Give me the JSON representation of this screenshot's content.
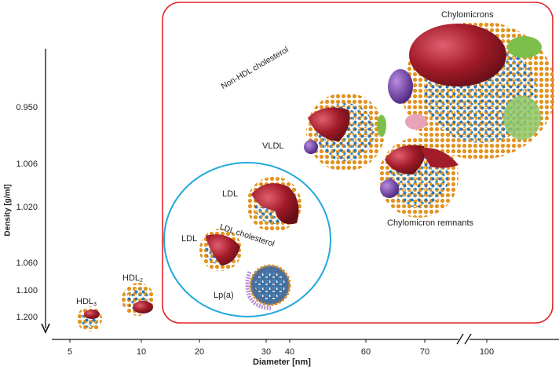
{
  "title": "",
  "axes": {
    "y_label": "Density [g/ml]",
    "x_label": "Diameter [nm]",
    "y_ticks": [
      "0.950",
      "1.006",
      "1.020",
      "1.060",
      "1.100",
      "1.200"
    ],
    "x_ticks": [
      "5",
      "10",
      "20",
      "30",
      "40",
      "60",
      "70",
      "100"
    ]
  },
  "regions": {
    "non_hdl": "Non-HDL cholesterol",
    "ldl": "LDL cholesterol"
  },
  "particles": {
    "hdl3": {
      "label": "HDL",
      "sub": "3"
    },
    "hdl2": {
      "label": "HDL",
      "sub": "2"
    },
    "ldl_small": "LDL",
    "ldl_large": "LDL",
    "lpa": "Lp(a)",
    "vldl": "VLDL",
    "chylomicrons": "Chylomicrons",
    "remnants": "Chylomicron remnants"
  },
  "colors": {
    "non_hdl_border": "#e0252b",
    "ldl_border": "#23a8dd",
    "apo_red": "#9b1b24",
    "phospholipid_orange": "#e3931f",
    "core_blue": "#2f77b3",
    "apo_purple": "#6b3a9b",
    "apo_green": "#7cbf4a"
  }
}
